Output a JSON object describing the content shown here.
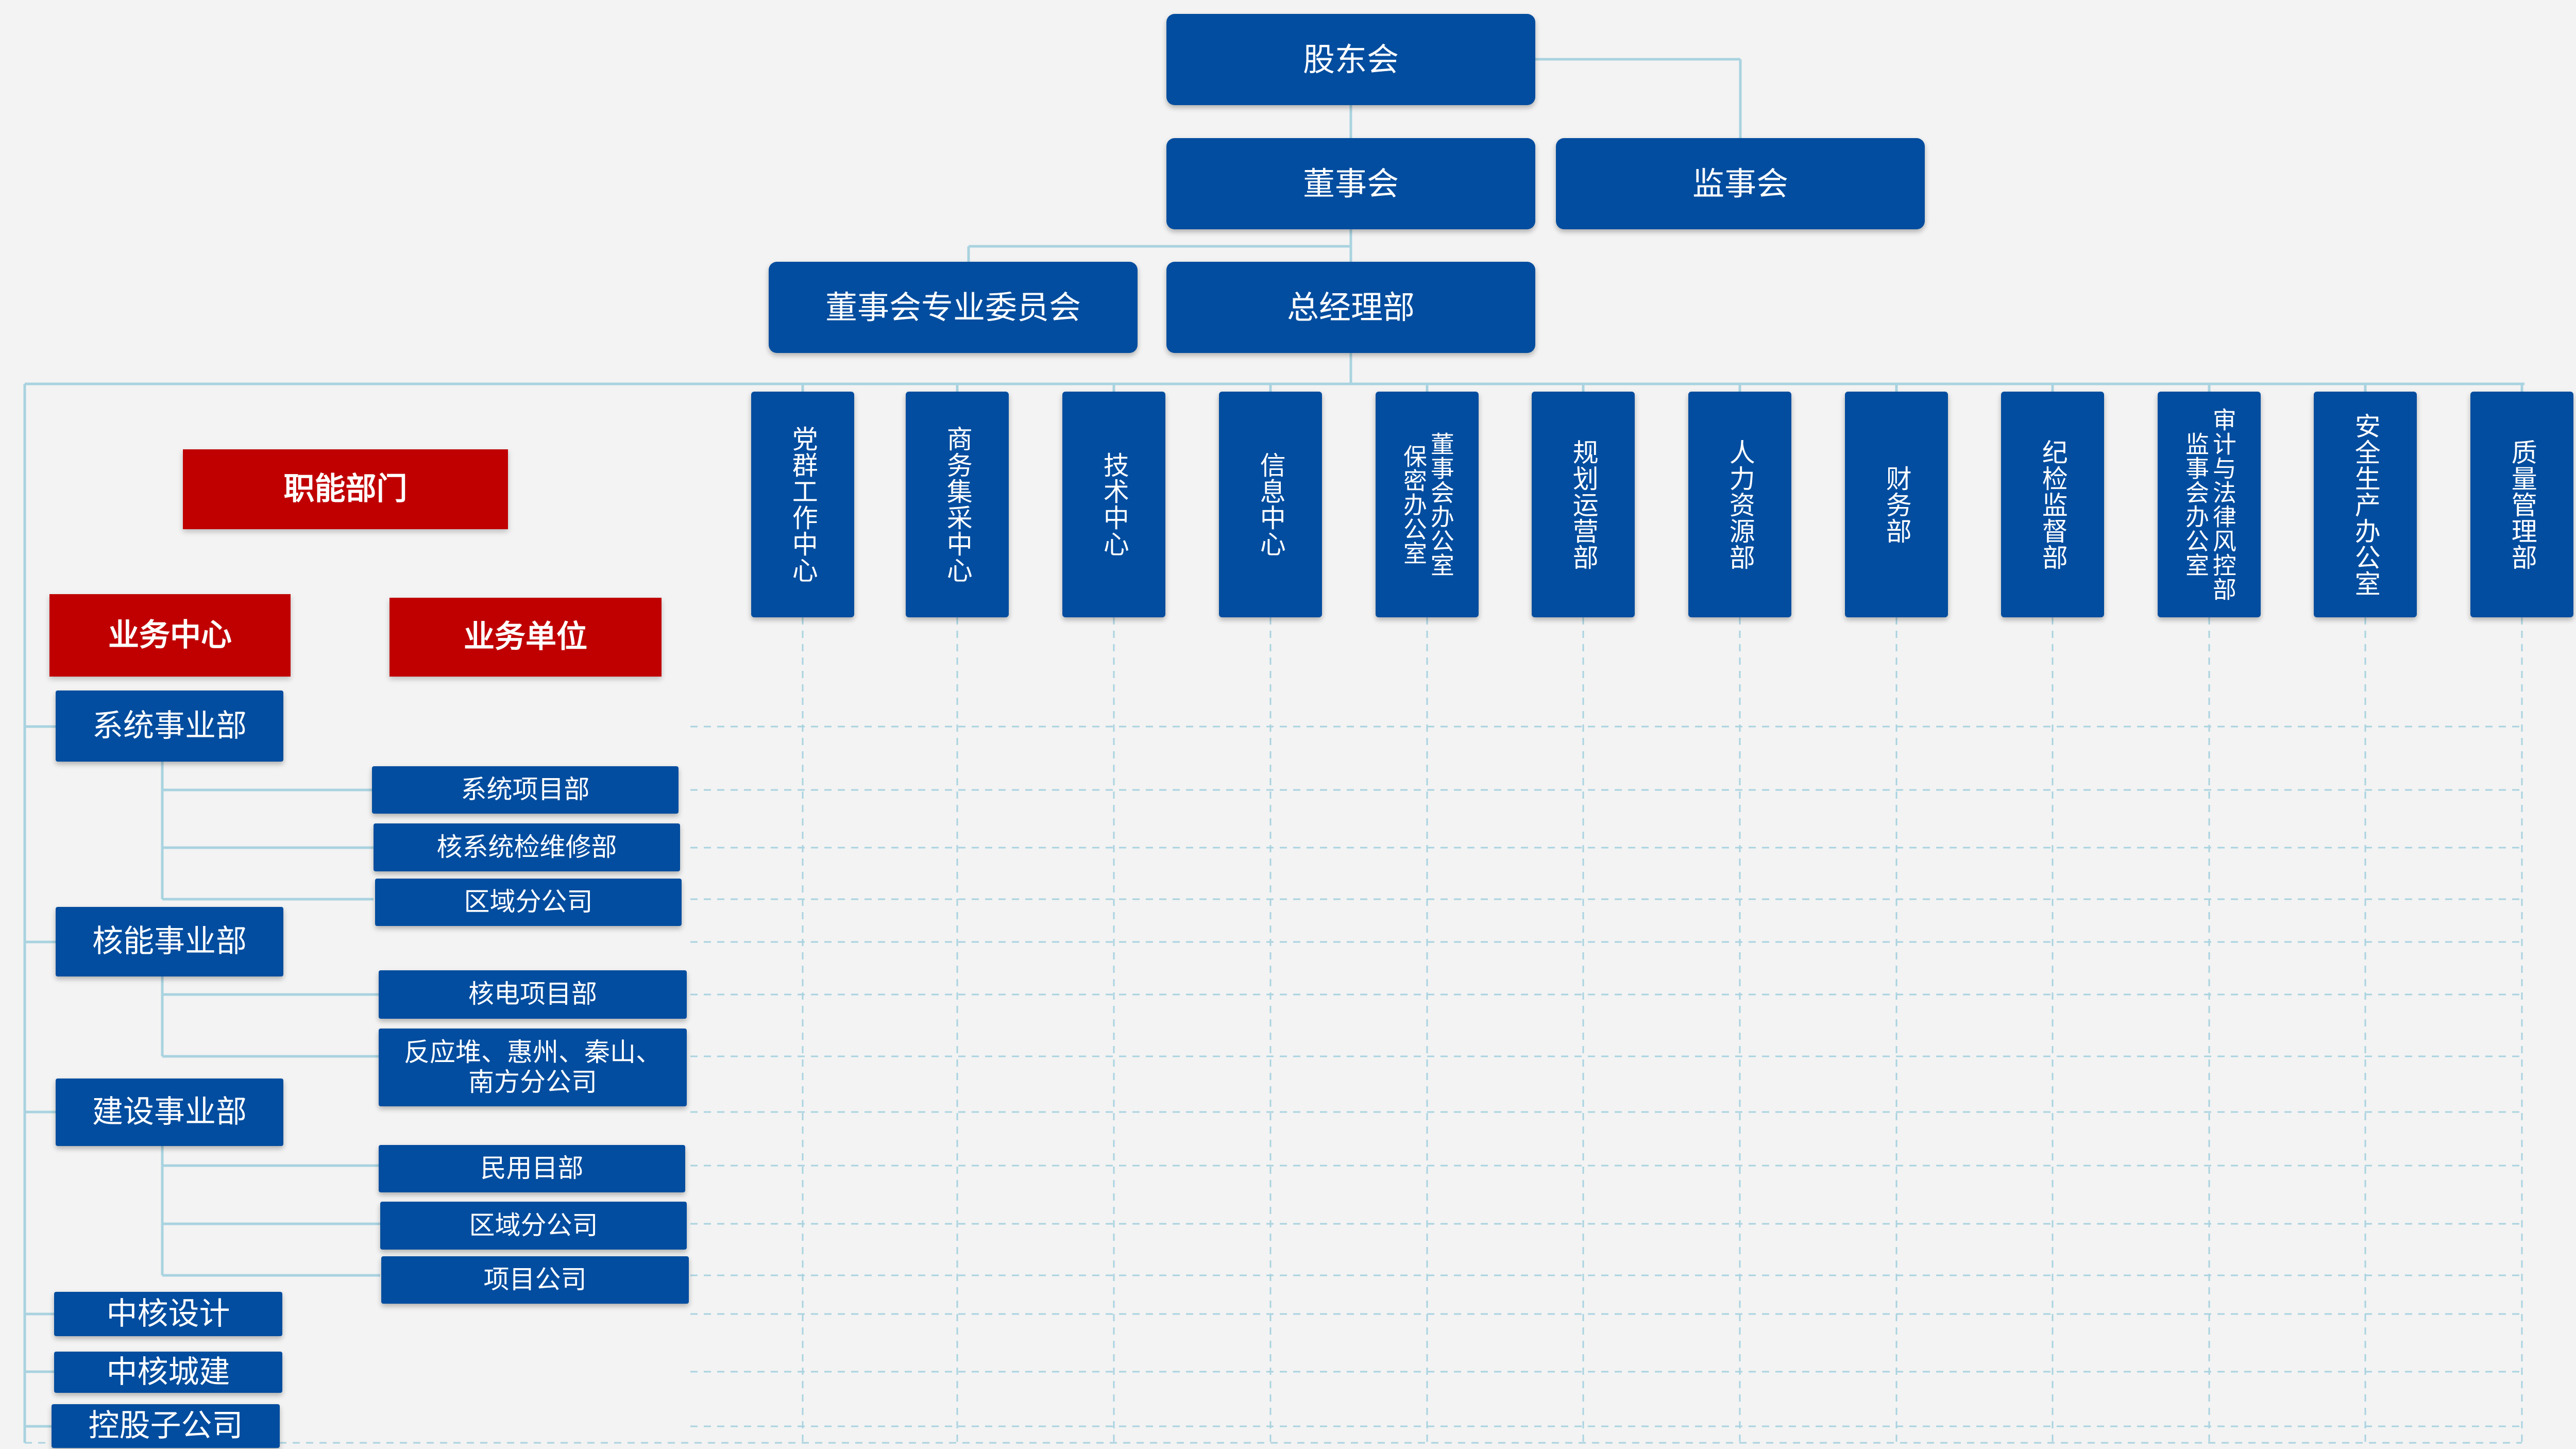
{
  "top": {
    "shareholders": "股东会",
    "board": "董事会",
    "supervisory": "监事会",
    "board_committee": "董事会专业委员会",
    "gm_dept": "总经理部"
  },
  "headers": {
    "functional": "职能部门",
    "business_center": "业务中心",
    "business_unit": "业务单位"
  },
  "departments": [
    "党群工作中心",
    "商务集采中心",
    "技术中心",
    "信息中心",
    "董事会办公室\n保密办公室",
    "规划运营部",
    "人力资源部",
    "财务部",
    "纪检监督部",
    "审计与法律风控部\n监事会办公室",
    "安全生产办公室",
    "质量管理部"
  ],
  "centers": [
    "系统事业部",
    "核能事业部",
    "建设事业部",
    "中核设计",
    "中核城建",
    "控股子公司"
  ],
  "units": [
    "系统项目部",
    "核系统检维修部",
    "区域分公司",
    "核电项目部",
    "反应堆、惠州、秦山、南方分公司",
    "民用目部",
    "区域分公司",
    "项目公司"
  ],
  "colors": {
    "primary_blue": "#024d9f",
    "header_red": "#c00000",
    "connector": "#a9d3e0"
  }
}
